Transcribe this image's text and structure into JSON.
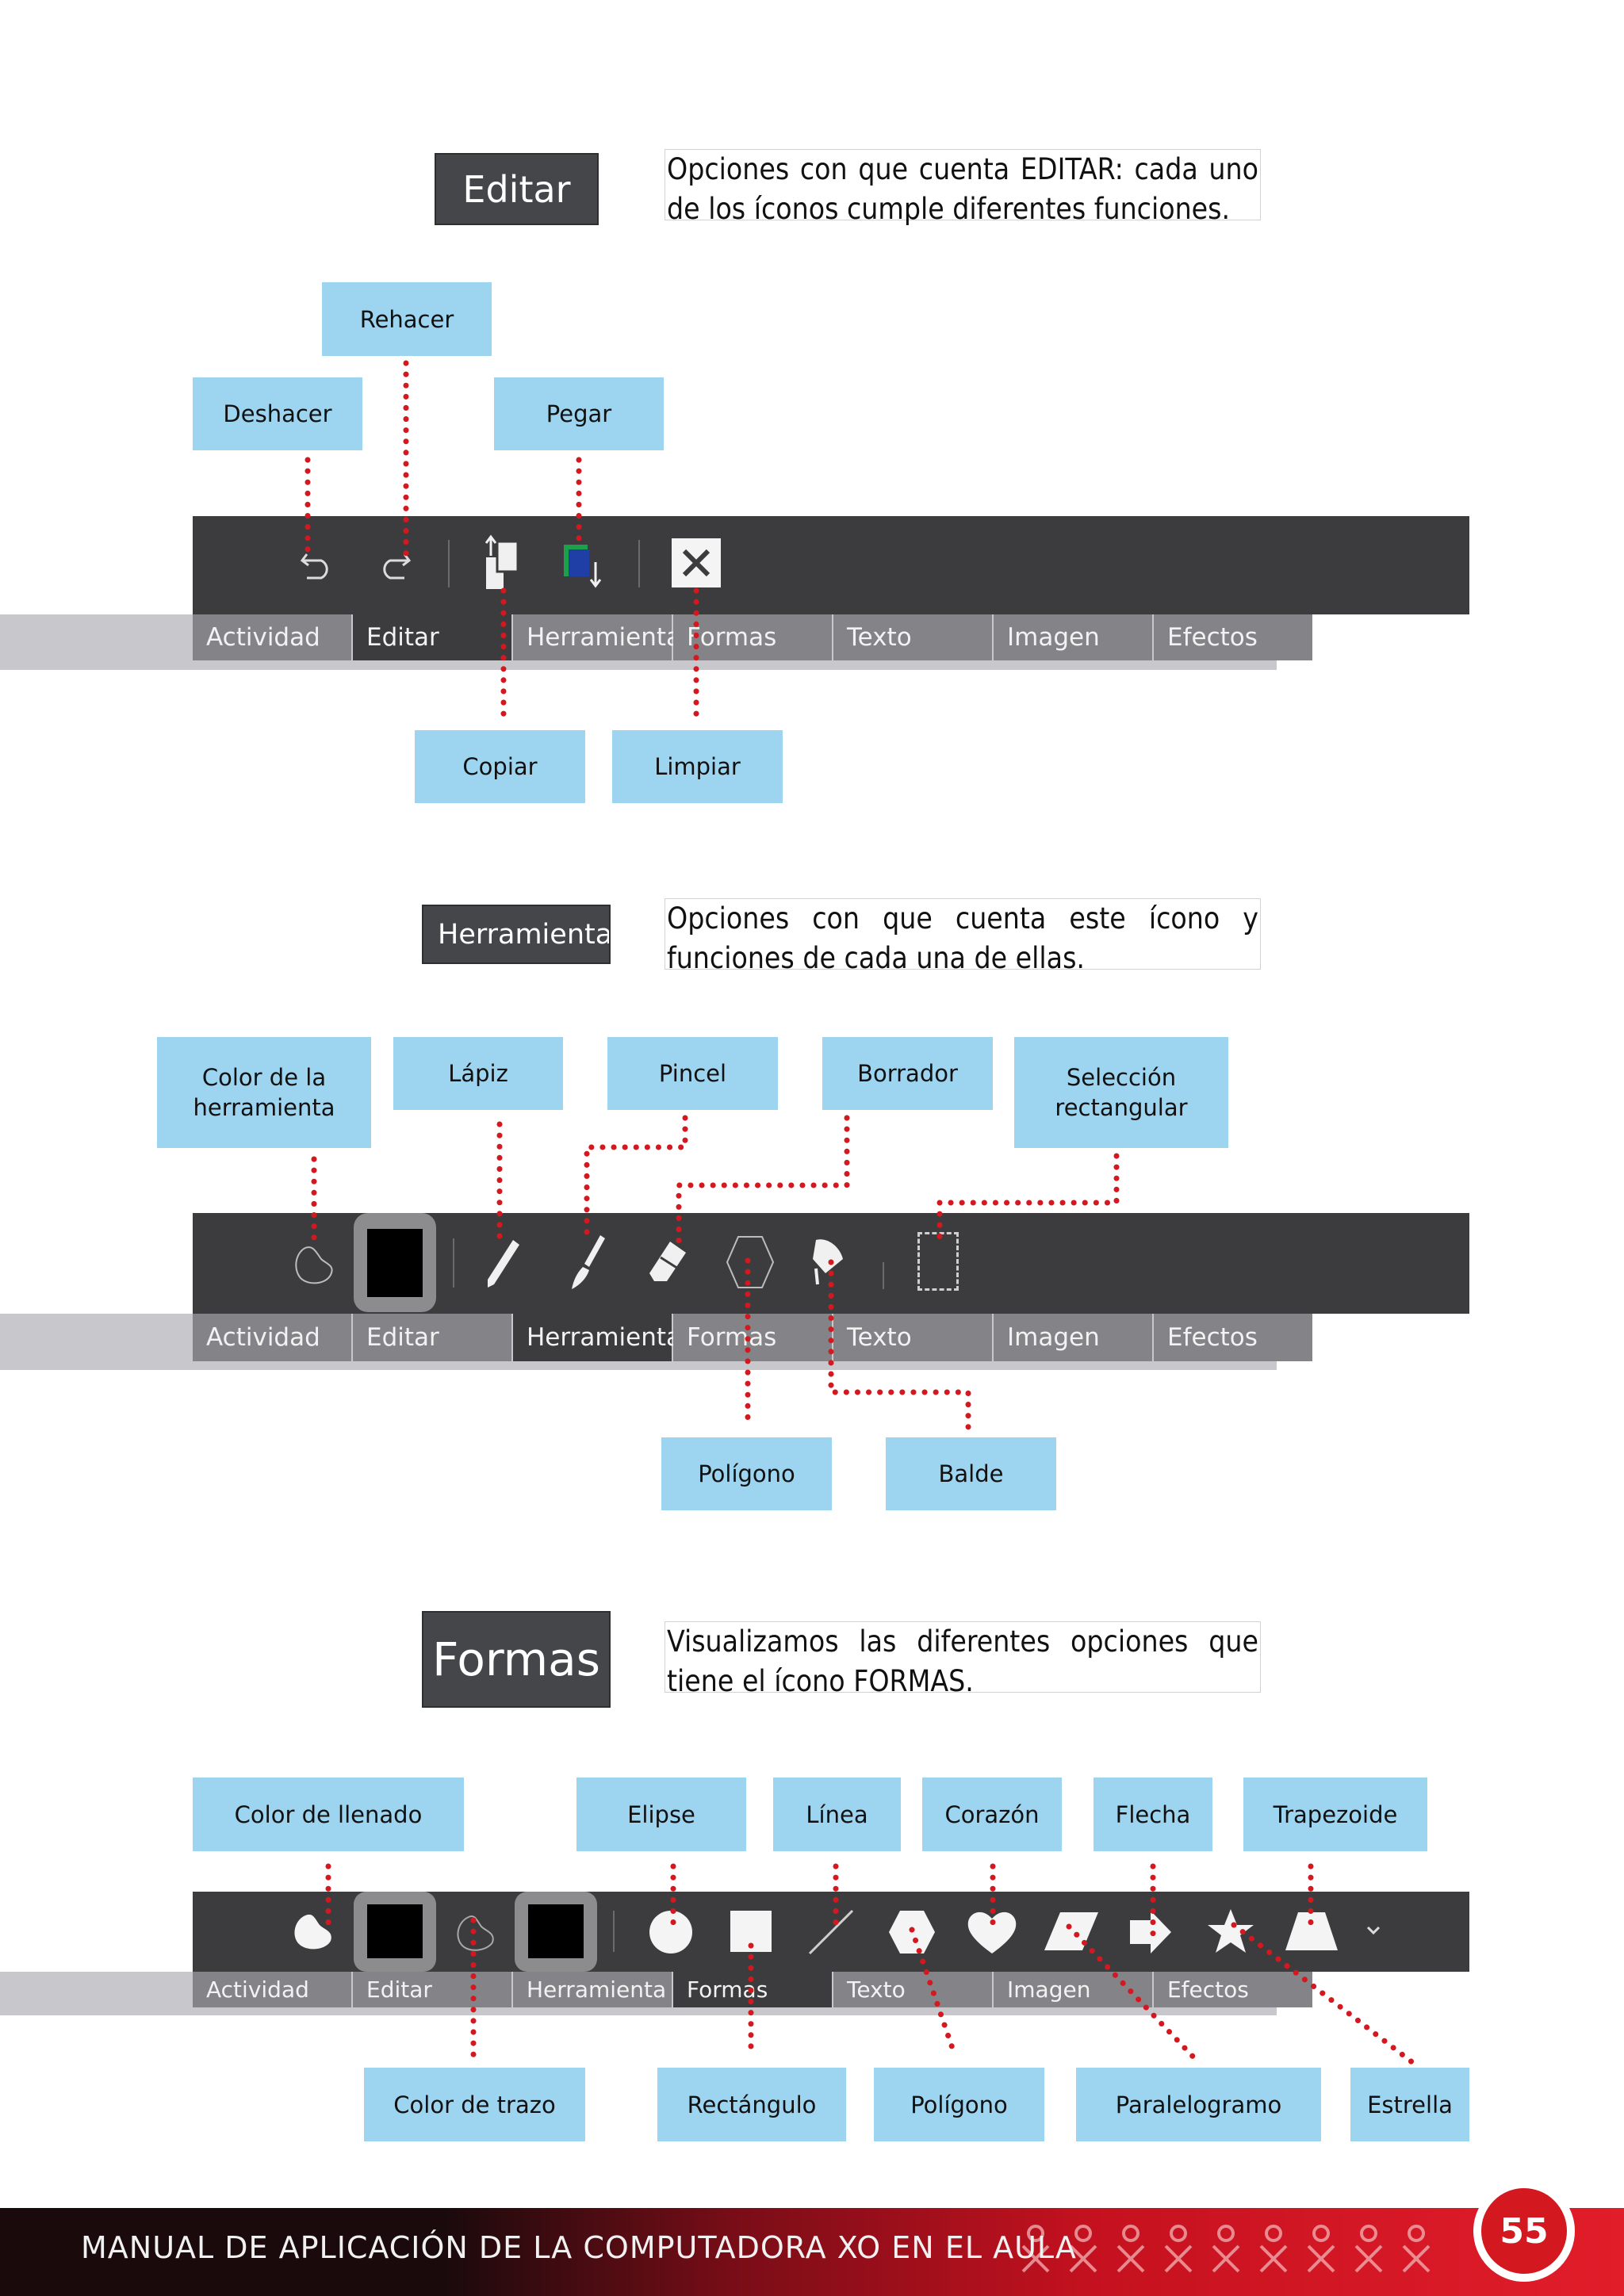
{
  "editar": {
    "button_label": "Editar",
    "description": "Opciones con que cuenta EDITAR: cada uno de los íconos cumple diferentes funciones.",
    "callouts": {
      "rehacer": "Rehacer",
      "deshacer": "Deshacer",
      "pegar": "Pegar",
      "copiar": "Copiar",
      "limpiar": "Limpiar"
    }
  },
  "herramientas": {
    "button_label": "Herramienta",
    "description": "Opciones con que cuenta este ícono y funciones de cada una de ellas.",
    "callouts": {
      "color_herramienta": "Color de la herramienta",
      "lapiz": "Lápiz",
      "pincel": "Pincel",
      "borrador": "Borrador",
      "seleccion": "Selección rectangular",
      "poligono": "Polígono",
      "balde": "Balde"
    }
  },
  "formas": {
    "button_label": "Formas",
    "description": "Visualizamos las diferentes opciones que tiene el ícono FORMAS.",
    "callouts": {
      "color_llenado": "Color de llenado",
      "elipse": "Elipse",
      "linea": "Línea",
      "corazon": "Corazón",
      "flecha": "Flecha",
      "trapezoide": "Trapezoide",
      "color_trazo": "Color de trazo",
      "rectangulo": "Rectángulo",
      "poligono": "Polígono",
      "paralelogramo": "Paralelogramo",
      "estrella": "Estrella"
    }
  },
  "toolbar_tabs_1": [
    "Actividad",
    "Editar",
    "Herramienta",
    "Formas",
    "Texto",
    "Imagen",
    "Efectos"
  ],
  "toolbar_tabs_2": [
    "Actividad",
    "Editar",
    "Herramienta",
    "Formas",
    "Texto",
    "Imagen",
    "Efectos"
  ],
  "toolbar_tabs_3": [
    "Actividad",
    "Editar",
    "Herramienta",
    "Formas",
    "Texto",
    "Imagen",
    "Efectos"
  ],
  "footer": {
    "title": "MANUAL DE APLICACIÓN DE LA COMPUTADORA XO EN EL AULA",
    "page_number": "55"
  },
  "colors": {
    "callout_bg": "#9dd4f0",
    "toolbar_bg": "#3c3c3e",
    "tab_bg": "#848488",
    "dotted_line": "#d4181f",
    "footer_red": "#d4181f"
  }
}
